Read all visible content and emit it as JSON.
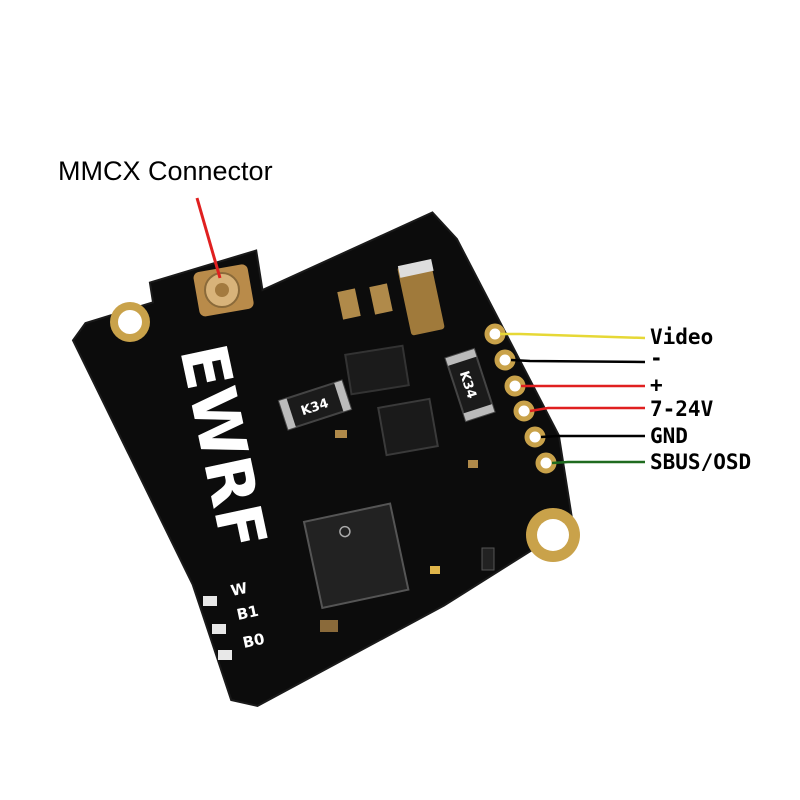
{
  "annotations": {
    "connector_label": "MMCX Connector",
    "pins": [
      {
        "label": "Video",
        "wire_color": "#e6d836"
      },
      {
        "label": "-",
        "wire_color": "#000000"
      },
      {
        "label": "+",
        "wire_color": "#e02020"
      },
      {
        "label": "7-24V",
        "wire_color": "#e02020"
      },
      {
        "label": "GND",
        "wire_color": "#000000"
      },
      {
        "label": "SBUS/OSD",
        "wire_color": "#1f6b1f"
      }
    ],
    "pointer_color": "#e02020"
  },
  "board": {
    "logo_text": "EWRF",
    "component_markings": [
      "K34",
      "K34"
    ],
    "led_labels": [
      "W",
      "B1",
      "B0"
    ],
    "board_color": "#0b0b0b",
    "pad_color": "#c9a24a"
  }
}
